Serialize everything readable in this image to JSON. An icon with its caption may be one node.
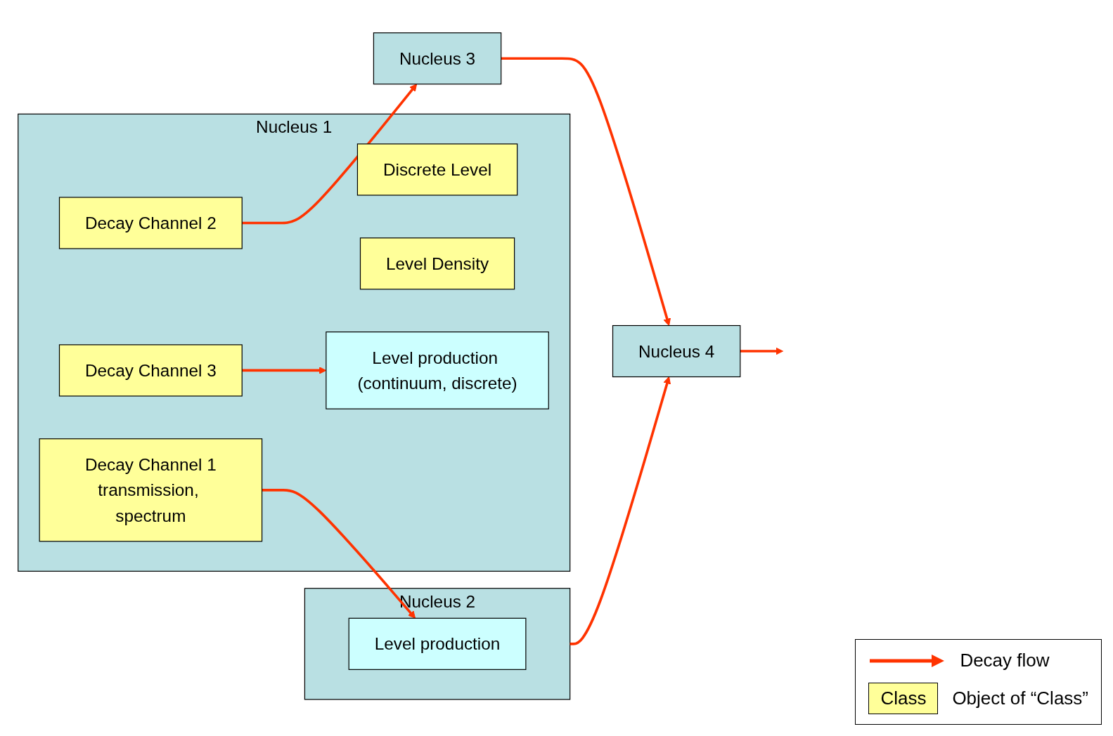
{
  "diagram": {
    "nodes": [
      {
        "text": [
          "Nucleus 1"
        ]
      },
      {
        "text": [
          "Discrete Level"
        ],
        "in": 0
      },
      {
        "text": [
          "Level Density"
        ],
        "in": 0
      },
      {
        "text": [
          "Decay Channel 1",
          "transmission, spectrum"
        ],
        "in": 0
      },
      {
        "text": [
          "Decay Channel 2"
        ],
        "in": 0
      },
      {
        "text": [
          "Decay Channel 3"
        ],
        "in": 0
      },
      {
        "text": [
          "Level production (continuum, discrete)"
        ],
        "in": 0
      },
      {
        "text": [
          "Nucleus 2"
        ]
      },
      {
        "text": [
          "Level production"
        ],
        "in": 7
      },
      {
        "text": [
          "Nucleus 3"
        ]
      },
      {
        "text": [
          "Nucleus 4"
        ]
      }
    ],
    "edges": [
      {
        "from": 3,
        "to": 8,
        "arrow": "to"
      },
      {
        "from": 4,
        "to": 9,
        "arrow": "to"
      },
      {
        "from": 5,
        "to": 6,
        "arrow": "to"
      },
      {
        "from": 7,
        "to": 10,
        "arrow": "to"
      },
      {
        "from": 9,
        "to": 10,
        "arrow": "to"
      },
      {
        "from": 10,
        "to": null,
        "arrow": "to"
      }
    ],
    "labels": [
      "Class"
    ],
    "legend": [
      {
        "text": "Decay flow"
      },
      {
        "text": "Object of “Class”",
        "color": "#ffff99"
      }
    ]
  }
}
